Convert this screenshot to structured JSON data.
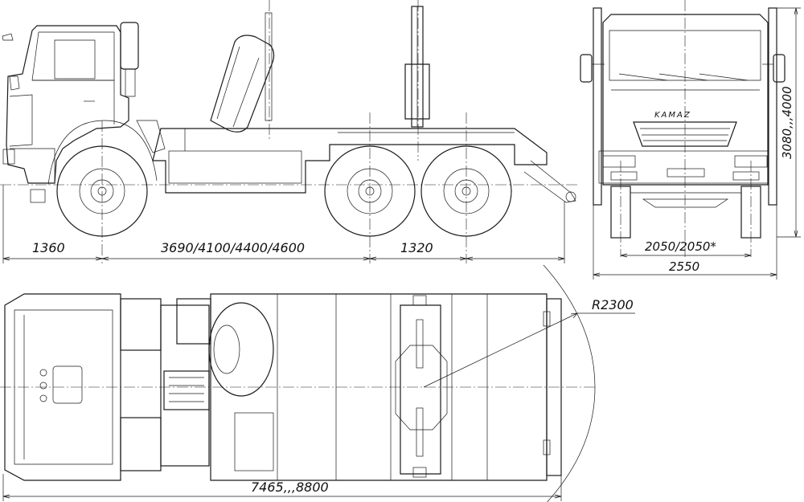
{
  "drawing": {
    "brand_label": "KAMAZ",
    "dimensions": {
      "front_overhang": "1360",
      "wheelbase": "3690/4100/4400/4600",
      "rear_axle_spacing": "1320",
      "track_width": "2050/2050*",
      "overall_width": "2550",
      "overall_height": "3080,,,4000",
      "overall_length": "7465,,,8800",
      "turn_radius": "R2300"
    }
  }
}
